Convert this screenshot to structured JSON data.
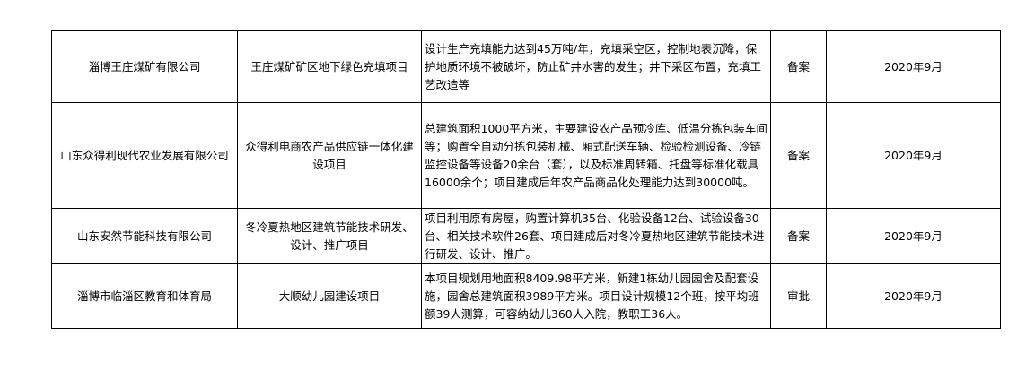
{
  "rows": [
    {
      "unit": "淄博王庄煤矿有限公司",
      "project": "王庄煤矿矿区地下绿色充填项目",
      "content": "设计生产充填能力达到45万吨/年，充填采空区，控制地表沉降，保护地质环境不被破坏，防止矿井水害的发生；井下采区布置，充填工艺改造等",
      "status": "备案",
      "date": "2020年9月"
    },
    {
      "unit": "山东众得利现代农业发展有限公司",
      "project": "众得利电商农产品供应链一体化建设项目",
      "content": "总建筑面积1000平方米，主要建设农产品预冷库、低温分拣包装车间等；购置全自动分拣包装机械、厢式配送车辆、检验检测设备、冷链监控设备等设备20余台（套），以及标准周转箱、托盘等标准化载具16000余个；项目建成后年农产品商品化处理能力达到30000吨。",
      "status": "备案",
      "date": "2020年9月"
    },
    {
      "unit": "山东安然节能科技有限公司",
      "project": "冬冷夏热地区建筑节能技术研发、设计、推广项目",
      "content": "项目利用原有房屋，购置计算机35台、化验设备12台、试验设备30台、相关技术软件26套、项目建成后对冬冷夏热地区建筑节能技术进行研发、设计、推广。",
      "status": "备案",
      "date": "2020年9月"
    },
    {
      "unit": "淄博市临淄区教育和体育局",
      "project": "大顺幼儿园建设项目",
      "content": "本项目规划用地面积8409.98平方米，新建1栋幼儿园园舍及配套设施，园舍总建筑面积3989平方米。项目设计规模12个班，按平均班额39人测算，可容纳幼儿360人入院，教职工36人。",
      "status": "审批",
      "date": "2020年9月"
    }
  ]
}
